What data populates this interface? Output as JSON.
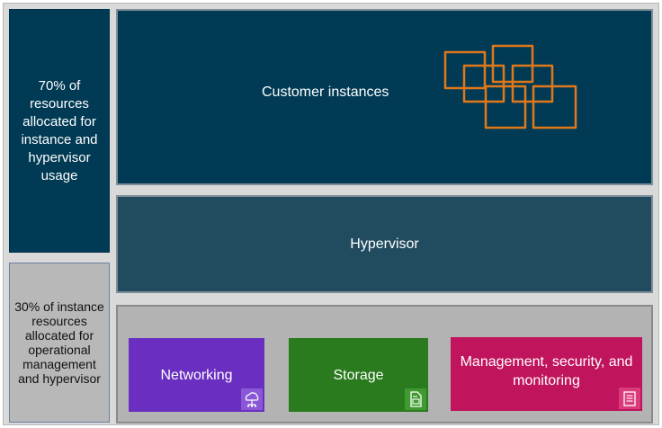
{
  "left_panel": {
    "top_text": "70% of resources allocated for instance and hypervisor usage",
    "bottom_text": "30% of instance resources allocated for operational management and hypervisor"
  },
  "layers": {
    "customer_instances": "Customer instances",
    "hypervisor": "Hypervisor"
  },
  "operations": {
    "networking": "Networking",
    "storage": "Storage",
    "management": "Management, security, and monitoring"
  },
  "colors": {
    "dark_navy": "#003a54",
    "hypervisor_teal": "#214c60",
    "networking_purple": "#6a2fc0",
    "storage_green": "#2a7a1e",
    "management_magenta": "#c0145c",
    "instance_orange": "#e0781a"
  },
  "icons": {
    "customer": "instances-icon",
    "networking": "cloud-network-icon",
    "storage": "storage-icon",
    "management": "management-icon"
  }
}
